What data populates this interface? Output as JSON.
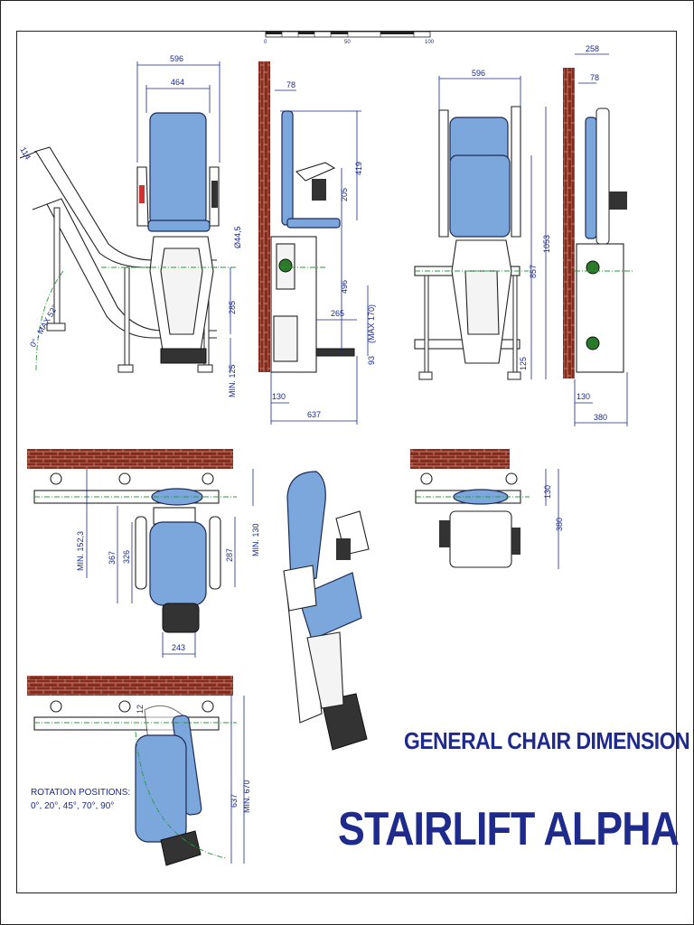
{
  "headings": {
    "subtitle": "GENERAL CHAIR DIMENSION",
    "title": "STAIRLIFT ALPHA"
  },
  "rotation": {
    "label": "ROTATION POSITIONS:",
    "values": "0°, 20°, 45°, 70°, 90°"
  },
  "scale_bar": {
    "t0": "0",
    "t1": "50",
    "t2": "100"
  },
  "colors": {
    "seat_blue": "#7ba7dc",
    "dimension_blue": "#1a2a8a",
    "brick": "#8a2a1c",
    "center_green": "#2a9a3a",
    "title_blue": "#1e2a8c"
  },
  "dims": {
    "front_width": "596",
    "front_inner": "464",
    "front_armrest": "Ø44,5",
    "front_285": "285",
    "front_min125": "MIN. 125",
    "rail_114": "114",
    "rail_angle": "0° - MAX 52°",
    "side_78": "78",
    "side_419": "419",
    "side_205": "205",
    "side_496": "496",
    "side_265": "265",
    "side_max170": "(MAX 170)",
    "side_93": "93",
    "side_130": "130",
    "side_637": "637",
    "folded_596": "596",
    "folded_857": "857",
    "folded_1053": "1053",
    "folded_125": "125",
    "fside_258": "258",
    "fside_78": "78",
    "fside_130": "130",
    "fside_380": "380",
    "top_min152": "MIN. 152,3",
    "top_367": "367",
    "top_326": "326",
    "top_287": "287",
    "top_min130": "MIN. 130",
    "top_243": "243",
    "topf_130": "130",
    "topf_380": "380",
    "rot_12": "12",
    "rot_637": "637",
    "rot_min670": "MIN. 670"
  }
}
